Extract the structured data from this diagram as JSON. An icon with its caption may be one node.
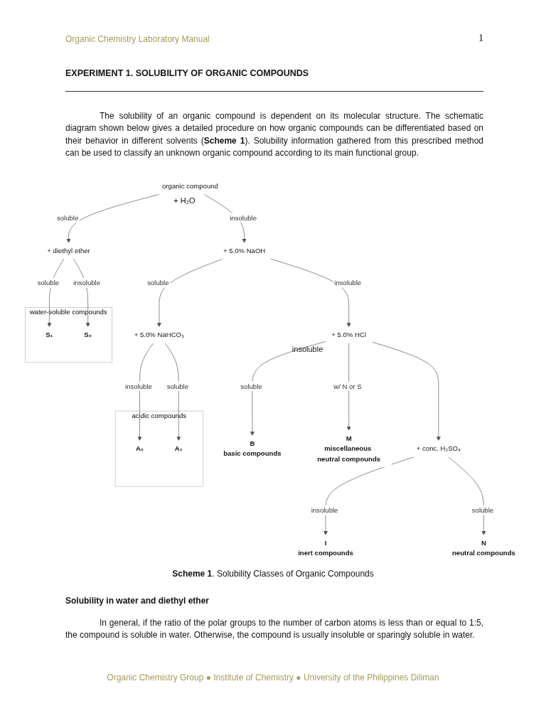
{
  "diagram": {
    "title": "EXPERIMENT 1. SOLUBILITY OF ORGANIC COMPOUNDS",
    "caption": "**Scheme 1**. Solubility Classes of Organic Compounds",
    "nodes": [
      {
        "text": [
          "organic compound"
        ]
      },
      {
        "text": [
          "+ diethyl ether"
        ]
      },
      {
        "text": [
          "+ 5.0% NaOH"
        ]
      },
      {
        "text": [
          "water-soluble compounds"
        ]
      },
      {
        "text": [
          "S₁"
        ],
        "in": 3
      },
      {
        "text": [
          "S₂"
        ],
        "in": 3
      },
      {
        "text": [
          "+ 5.0% HCl"
        ]
      },
      {
        "text": [
          "+ 5.0% NaHCO₃"
        ]
      },
      {
        "text": [
          "acidic compounds"
        ]
      },
      {
        "text": [
          "A₂"
        ],
        "in": 8
      },
      {
        "text": [
          "A₁"
        ],
        "in": 8
      },
      {
        "text": [
          "B",
          "basic compounds"
        ]
      },
      {
        "text": [
          "M",
          "miscellaneous neutral compounds"
        ]
      },
      {
        "text": [
          "+ conc. H₂SO₄"
        ]
      },
      {
        "text": [
          "I",
          "inert compounds"
        ]
      },
      {
        "text": [
          "N",
          "neutral compounds"
        ]
      }
    ],
    "edges": [
      {
        "from": 0,
        "to": 1,
        "arrow": "to",
        "label": "soluble"
      },
      {
        "from": 0,
        "to": 2,
        "arrow": "to",
        "label": "insoluble"
      },
      {
        "from": 1,
        "to": 4,
        "arrow": "to",
        "label": "soluble"
      },
      {
        "from": 1,
        "to": 5,
        "arrow": "to",
        "label": "insoluble"
      },
      {
        "from": 2,
        "to": 6,
        "arrow": "to",
        "label": "insoluble"
      },
      {
        "from": 2,
        "to": 7,
        "arrow": "to",
        "label": "soluble"
      },
      {
        "from": 7,
        "to": 9,
        "arrow": "to",
        "label": "insoluble"
      },
      {
        "from": 7,
        "to": 10,
        "arrow": "to",
        "label": "soluble"
      },
      {
        "from": 6,
        "to": 11,
        "arrow": "to",
        "label": "soluble"
      },
      {
        "from": 6,
        "to": 12,
        "arrow": "to",
        "label": "w/ N or S"
      },
      {
        "from": 6,
        "to": 13,
        "arrow": "to"
      },
      {
        "from": 13,
        "to": 14,
        "arrow": "to",
        "label": "insoluble"
      },
      {
        "from": 13,
        "to": 15,
        "arrow": "to",
        "label": "soluble"
      }
    ],
    "labels": [
      "Organic Chemistry Laboratory Manual",
      "1",
      "The solubility of an organic compound is dependent on its molecular structure. The schematic diagram shown below gives a detailed procedure on how organic compounds can be differentiated based on their behavior in different solvents (**Scheme 1**). Solubility information gathered from this prescribed method can be used to classify an unknown organic compound according to its main functional group.",
      "+ H₂O",
      "insoluble",
      "Solubility in water and diethyl ether",
      "In general, if the ratio of the polar groups to the number of carbon atoms is less than or equal to 1:5, the compound is soluble in water. Otherwise, the compound is usually insoluble or sparingly soluble in water.",
      "Organic Chemistry Group ● Institute of Chemistry ● University of the Philippines Diliman"
    ]
  }
}
